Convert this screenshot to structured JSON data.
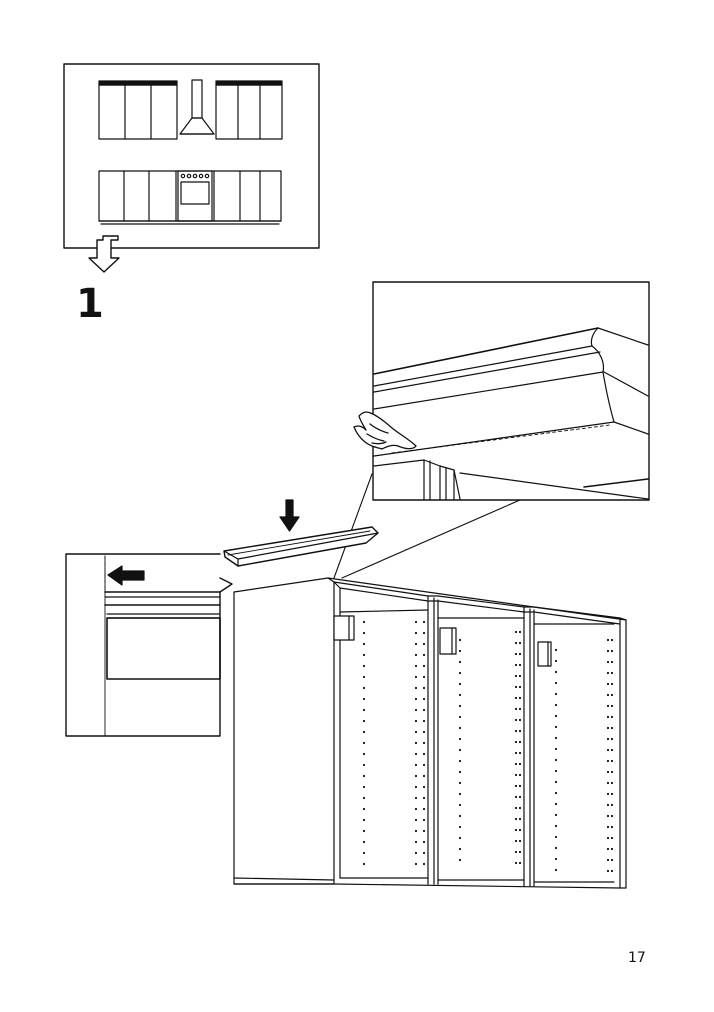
{
  "step": {
    "number": "1"
  },
  "footer": {
    "page_number": "17"
  },
  "colors": {
    "line": "#111111",
    "paper": "#ffffff",
    "pale": "#f2f2f2"
  },
  "icons": {
    "overview": "kitchen-overview-illustration",
    "flow_arrow": "down-arrow-icon",
    "press_hand": "hand-icon",
    "insert_arrow": "down-arrow-icon",
    "align_arrow": "left-arrow-icon"
  }
}
